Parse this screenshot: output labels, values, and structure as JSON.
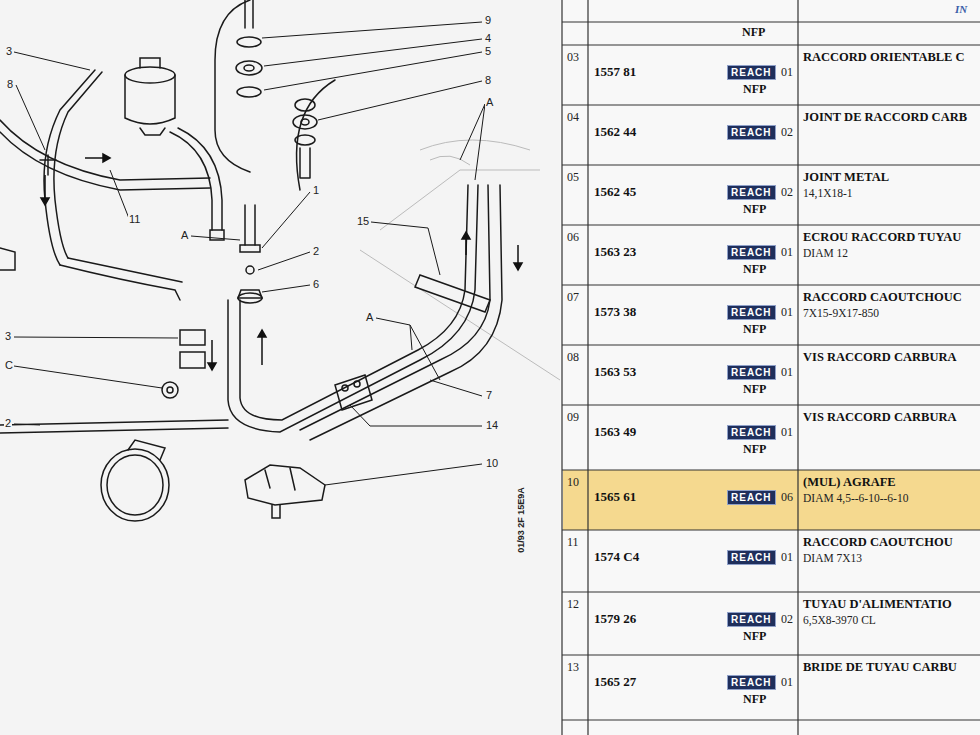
{
  "diagram": {
    "labels": [
      "IN",
      "9",
      "3",
      "4",
      "5",
      "8",
      "8",
      "A",
      "1",
      "11",
      "A",
      "15",
      "2",
      "6",
      "A",
      "3",
      "C",
      "7",
      "14",
      "2",
      "10",
      "01/93 2F 15E9A",
      "NFP",
      "03",
      "1557 81",
      "REACH",
      "01",
      "NFP",
      "RACCORD ORIENTABLE C",
      "04",
      "1562 44",
      "REACH",
      "02",
      "JOINT DE RACCORD CARB",
      "05",
      "1562 45",
      "REACH",
      "02",
      "NFP",
      "JOINT METAL",
      "14,1X18-1",
      "06",
      "1563 23",
      "REACH",
      "01",
      "NFP",
      "ECROU RACCORD TUYAU",
      "DIAM 12",
      "07",
      "1573 38",
      "REACH",
      "01",
      "NFP",
      "RACCORD CAOUTCHOUC",
      "7X15-9X17-850",
      "08",
      "1563 53",
      "REACH",
      "01",
      "NFP",
      "VIS RACCORD CARBURA",
      "09",
      "1563 49",
      "REACH",
      "01",
      "NFP",
      "VIS RACCORD CARBURA",
      "10",
      "1565 61",
      "REACH",
      "06",
      "(MUL) AGRAFE",
      "DIAM 4,5--6-10--6-10",
      "11",
      "1574 C4",
      "REACH",
      "01",
      "RACCORD CAOUTCHOU",
      "DIAM 7X13",
      "12",
      "1579 26",
      "REACH",
      "02",
      "NFP",
      "TUYAU D'ALIMENTATIO",
      "6,5X8-3970 CL",
      "13",
      "1565 27",
      "REACH",
      "01",
      "NFP",
      "BRIDE DE TUYAU CARBU"
    ]
  }
}
